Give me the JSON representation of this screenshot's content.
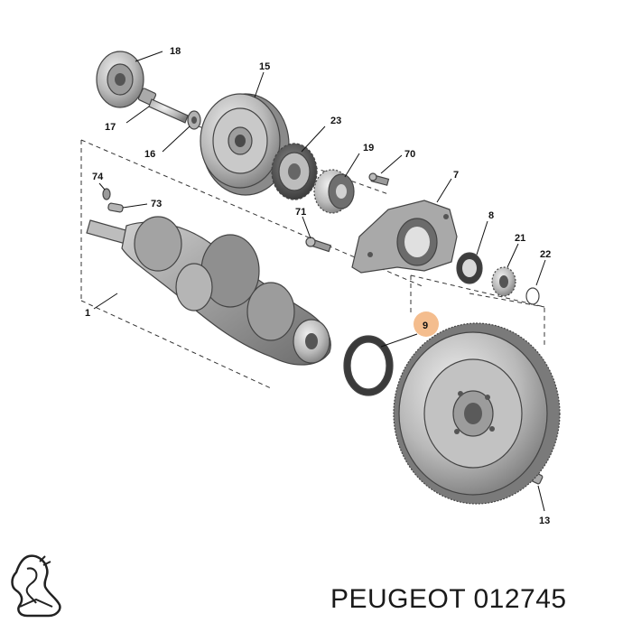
{
  "diagram": {
    "callouts": [
      {
        "id": "c1",
        "label": "1"
      },
      {
        "id": "c7",
        "label": "7"
      },
      {
        "id": "c8",
        "label": "8"
      },
      {
        "id": "c9",
        "label": "9",
        "highlighted": true
      },
      {
        "id": "c13",
        "label": "13"
      },
      {
        "id": "c15",
        "label": "15"
      },
      {
        "id": "c16",
        "label": "16"
      },
      {
        "id": "c17",
        "label": "17"
      },
      {
        "id": "c18",
        "label": "18"
      },
      {
        "id": "c19",
        "label": "19"
      },
      {
        "id": "c21",
        "label": "21"
      },
      {
        "id": "c22",
        "label": "22"
      },
      {
        "id": "c23",
        "label": "23"
      },
      {
        "id": "c70",
        "label": "70"
      },
      {
        "id": "c71",
        "label": "71"
      },
      {
        "id": "c73",
        "label": "73"
      },
      {
        "id": "c74",
        "label": "74"
      }
    ],
    "highlight_color": "#f2b27a"
  },
  "brand": {
    "logo_icon": "peugeot-lion-icon",
    "text": "PEUGEOT 012745"
  }
}
